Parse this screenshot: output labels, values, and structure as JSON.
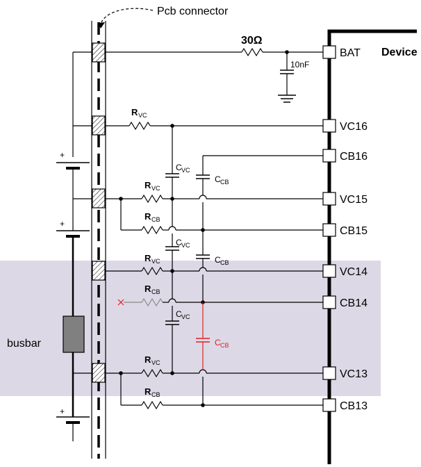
{
  "title": "Pcb connector",
  "device_label": "Device",
  "busbar_label": "busbar",
  "resistor_30": "30Ω",
  "cap_10nF": "10nF",
  "pins": [
    "BAT",
    "VC16",
    "CB16",
    "VC15",
    "CB15",
    "VC14",
    "CB14",
    "VC13",
    "CB13"
  ],
  "comp": {
    "r_main": "R",
    "c_main": "C",
    "sub_vc": "VC",
    "sub_cb": "CB"
  },
  "polarity_plus": "+",
  "colors": {
    "highlight": "#ddd8e6",
    "wire": "#000000",
    "removed": "#e02020",
    "busbar_fill": "#808080"
  }
}
